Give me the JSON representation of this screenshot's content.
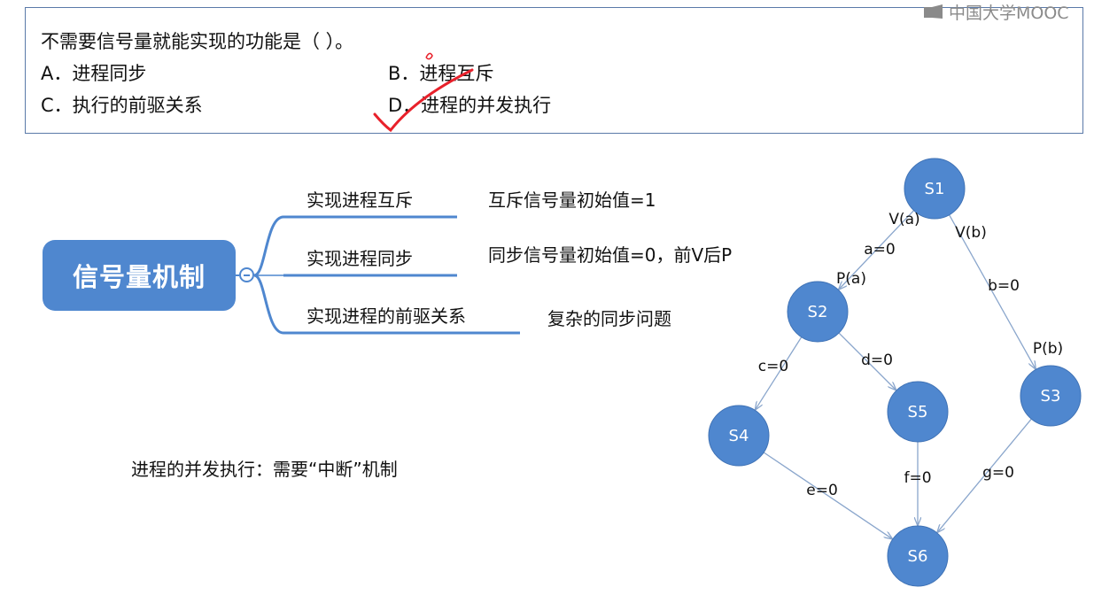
{
  "watermark": "中国大学MOOC",
  "question": {
    "stem": "不需要信号量就能实现的功能是（   ）。",
    "options": [
      {
        "letter": "A",
        "text": "A．进程同步"
      },
      {
        "letter": "B",
        "text": "B．进程互斥"
      },
      {
        "letter": "C",
        "text": "C．执行的前驱关系"
      },
      {
        "letter": "D",
        "text": "D．进程的并发执行"
      }
    ],
    "answer_marked": "D",
    "mark_color": "#e8212b"
  },
  "mindmap": {
    "root": "信号量机制",
    "branches": [
      {
        "label": "实现进程互斥",
        "desc": "互斥信号量初始值=1"
      },
      {
        "label": "实现进程同步",
        "desc": "同步信号量初始值=0，前V后P"
      },
      {
        "label": "实现进程的前驱关系",
        "desc": "复杂的同步问题"
      }
    ],
    "root_color": "#4f87cf",
    "line_color": "#4f87cf"
  },
  "note": "进程的并发执行：需要“中断”机制",
  "graph": {
    "node_color": "#4f87cf",
    "edge_color": "#8aa6cc",
    "nodes": [
      {
        "id": "S1",
        "label": "S1"
      },
      {
        "id": "S2",
        "label": "S2"
      },
      {
        "id": "S3",
        "label": "S3"
      },
      {
        "id": "S4",
        "label": "S4"
      },
      {
        "id": "S5",
        "label": "S5"
      },
      {
        "id": "S6",
        "label": "S6"
      }
    ],
    "edges": [
      {
        "from": "S1",
        "to": "S2",
        "labels": [
          "V(a)",
          "a=0",
          "P(a)"
        ]
      },
      {
        "from": "S1",
        "to": "S3",
        "labels": [
          "V(b)",
          "b=0",
          "P(b)"
        ]
      },
      {
        "from": "S2",
        "to": "S4",
        "labels": [
          "c=0"
        ]
      },
      {
        "from": "S2",
        "to": "S5",
        "labels": [
          "d=0"
        ]
      },
      {
        "from": "S4",
        "to": "S6",
        "labels": [
          "e=0"
        ]
      },
      {
        "from": "S5",
        "to": "S6",
        "labels": [
          "f=0"
        ]
      },
      {
        "from": "S3",
        "to": "S6",
        "labels": [
          "g=0"
        ]
      }
    ]
  }
}
